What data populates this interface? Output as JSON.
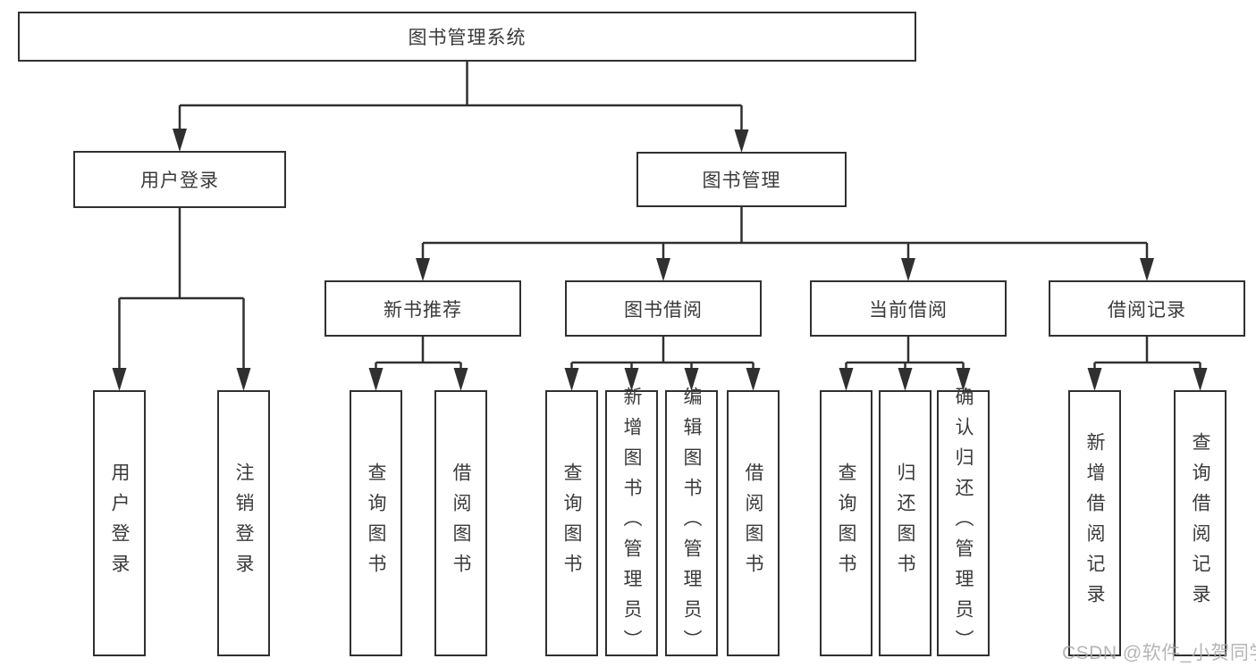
{
  "diagram": {
    "title_node": "图书管理系统",
    "colors": {
      "line": "#303030",
      "box_border": "#303030",
      "text": "#3a3a3a",
      "background": "#ffffff",
      "watermark": "#a9a9a9"
    },
    "nodes": [
      {
        "id": "root",
        "label": "图书管理系统",
        "orientation": "horizontal",
        "parent": null
      },
      {
        "id": "user-login",
        "label": "用户登录",
        "orientation": "horizontal",
        "parent": "root"
      },
      {
        "id": "book-mgmt",
        "label": "图书管理",
        "orientation": "horizontal",
        "parent": "root"
      },
      {
        "id": "new-book-rec",
        "label": "新书推荐",
        "orientation": "horizontal",
        "parent": "book-mgmt"
      },
      {
        "id": "book-borrow",
        "label": "图书借阅",
        "orientation": "horizontal",
        "parent": "book-mgmt"
      },
      {
        "id": "current-borrow",
        "label": "当前借阅",
        "orientation": "horizontal",
        "parent": "book-mgmt"
      },
      {
        "id": "borrow-records",
        "label": "借阅记录",
        "orientation": "horizontal",
        "parent": "book-mgmt"
      },
      {
        "id": "leaf-user-login",
        "label": "用户登录",
        "orientation": "vertical",
        "parent": "user-login"
      },
      {
        "id": "leaf-logout",
        "label": "注销登录",
        "orientation": "vertical",
        "parent": "user-login"
      },
      {
        "id": "leaf-rec-query",
        "label": "查询图书",
        "orientation": "vertical",
        "parent": "new-book-rec"
      },
      {
        "id": "leaf-rec-borrow",
        "label": "借阅图书",
        "orientation": "vertical",
        "parent": "new-book-rec"
      },
      {
        "id": "leaf-bb-query",
        "label": "查询图书",
        "orientation": "vertical",
        "parent": "book-borrow"
      },
      {
        "id": "leaf-bb-add",
        "label": "新增图书（管理员）",
        "orientation": "vertical",
        "parent": "book-borrow"
      },
      {
        "id": "leaf-bb-edit",
        "label": "编辑图书（管理员）",
        "orientation": "vertical",
        "parent": "book-borrow"
      },
      {
        "id": "leaf-bb-borrow",
        "label": "借阅图书",
        "orientation": "vertical",
        "parent": "book-borrow"
      },
      {
        "id": "leaf-cb-query",
        "label": "查询图书",
        "orientation": "vertical",
        "parent": "current-borrow"
      },
      {
        "id": "leaf-cb-return",
        "label": "归还图书",
        "orientation": "vertical",
        "parent": "current-borrow"
      },
      {
        "id": "leaf-cb-confirm",
        "label": "确认归还（管理员）",
        "orientation": "vertical",
        "parent": "current-borrow"
      },
      {
        "id": "leaf-br-add",
        "label": "新增借阅记录",
        "orientation": "vertical",
        "parent": "borrow-records"
      },
      {
        "id": "leaf-br-query",
        "label": "查询借阅记录",
        "orientation": "vertical",
        "parent": "borrow-records"
      }
    ]
  },
  "watermark": {
    "text": "CSDN @软件_小贺同学"
  }
}
